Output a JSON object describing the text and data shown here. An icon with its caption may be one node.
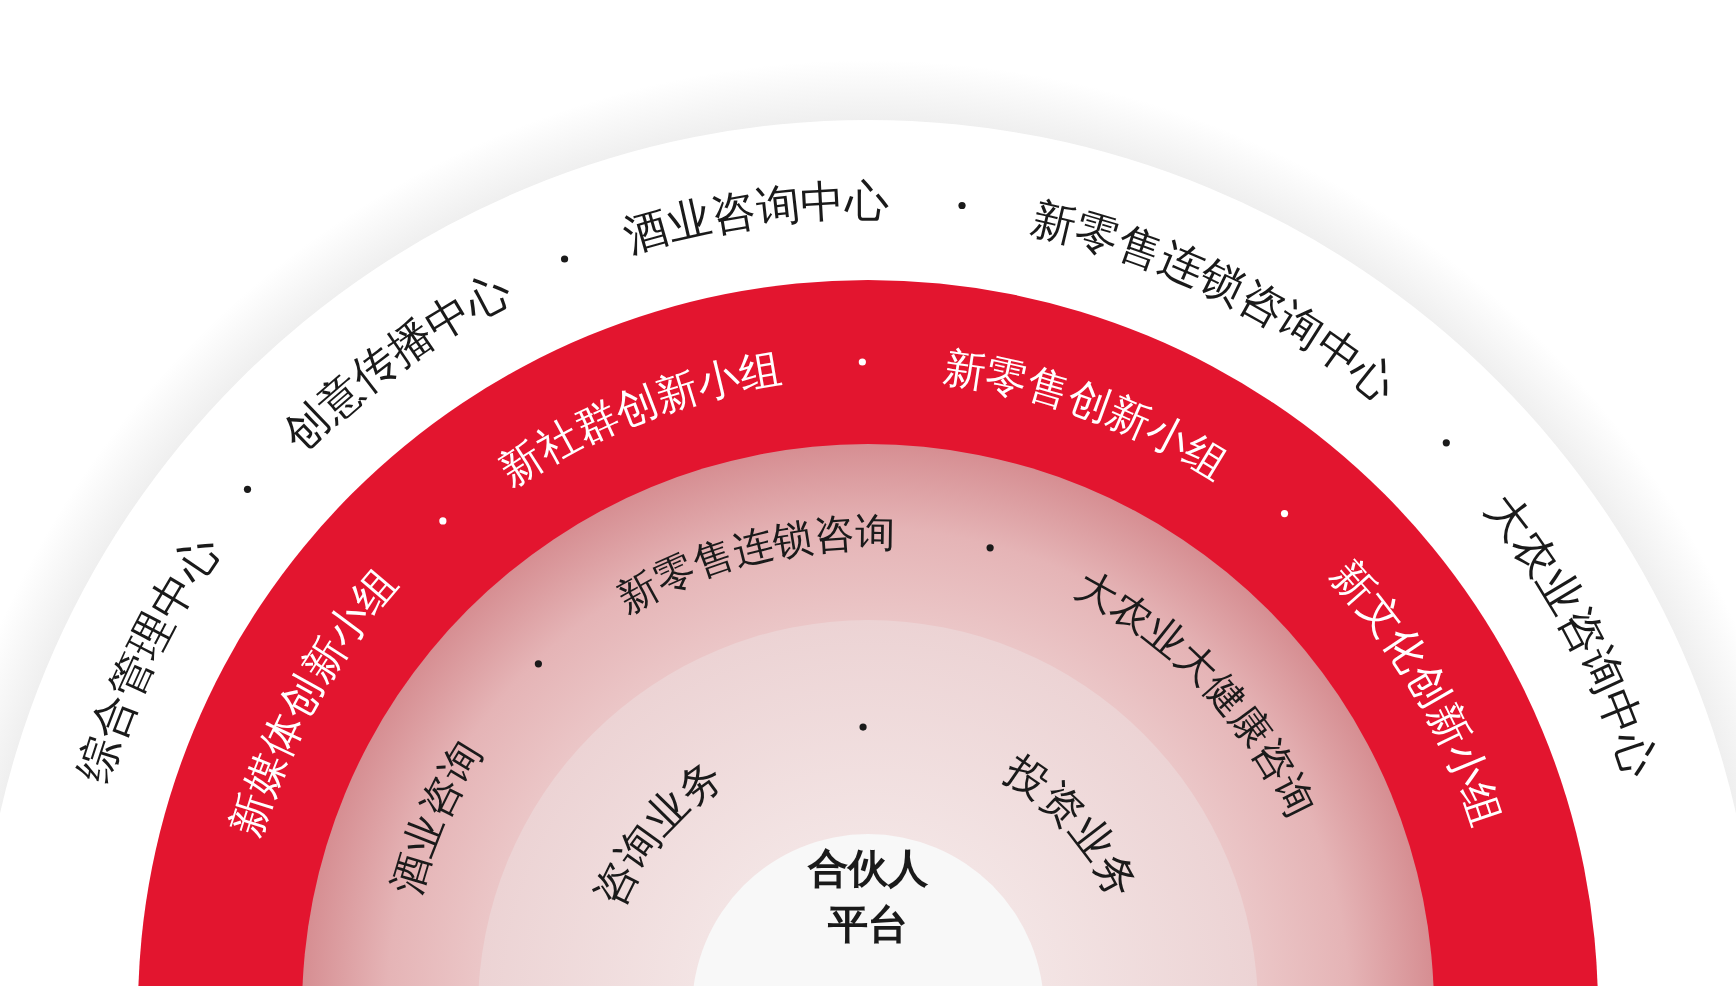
{
  "diagram": {
    "nodes": [
      {
        "text": [
          "综合管理中心",
          "创意传播中心",
          "酒业咨询中心",
          "新零售连锁咨询中心",
          "大农业咨询中心"
        ]
      },
      {
        "text": [
          "新媒体创新小组",
          "新社群创新小组",
          "新零售创新小组",
          "新文化创新小组"
        ],
        "in": 0
      },
      {
        "text": [
          "酒业咨询",
          "新零售连锁咨询",
          "大农业大健康咨询"
        ],
        "in": 1
      },
      {
        "text": [
          "咨询业务",
          "投资业务"
        ],
        "in": 2
      },
      {
        "text": [
          "合伙人平台"
        ],
        "in": 3
      }
    ]
  }
}
